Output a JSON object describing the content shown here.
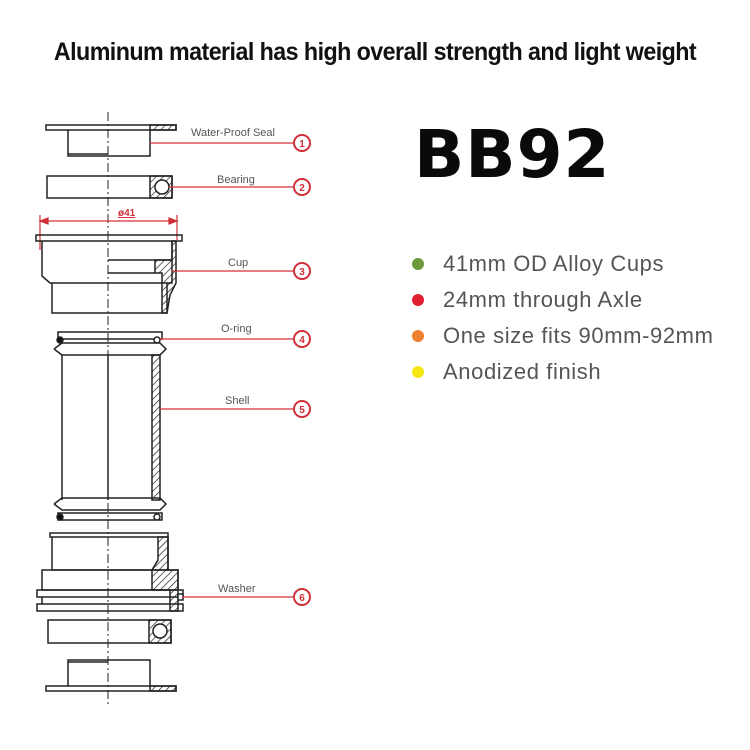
{
  "headline": "Aluminum material has high overall strength and light weight",
  "model": "BB92",
  "features": [
    {
      "text": "41mm OD Alloy Cups",
      "color": "#6a9a3a"
    },
    {
      "text": "24mm through Axle",
      "color": "#e02030"
    },
    {
      "text": "One size fits 90mm-92mm",
      "color": "#ee8030"
    },
    {
      "text": "Anodized finish",
      "color": "#f5e614"
    }
  ],
  "diagram": {
    "dimension_label": "ø41",
    "accent_color": "#d0303a",
    "parts": [
      {
        "label": "Water-Proof Seal",
        "number": "1"
      },
      {
        "label": "Bearing",
        "number": "2"
      },
      {
        "label": "Cup",
        "number": "3"
      },
      {
        "label": "O-ring",
        "number": "4"
      },
      {
        "label": "Shell",
        "number": "5"
      },
      {
        "label": "Washer",
        "number": "6"
      }
    ]
  }
}
